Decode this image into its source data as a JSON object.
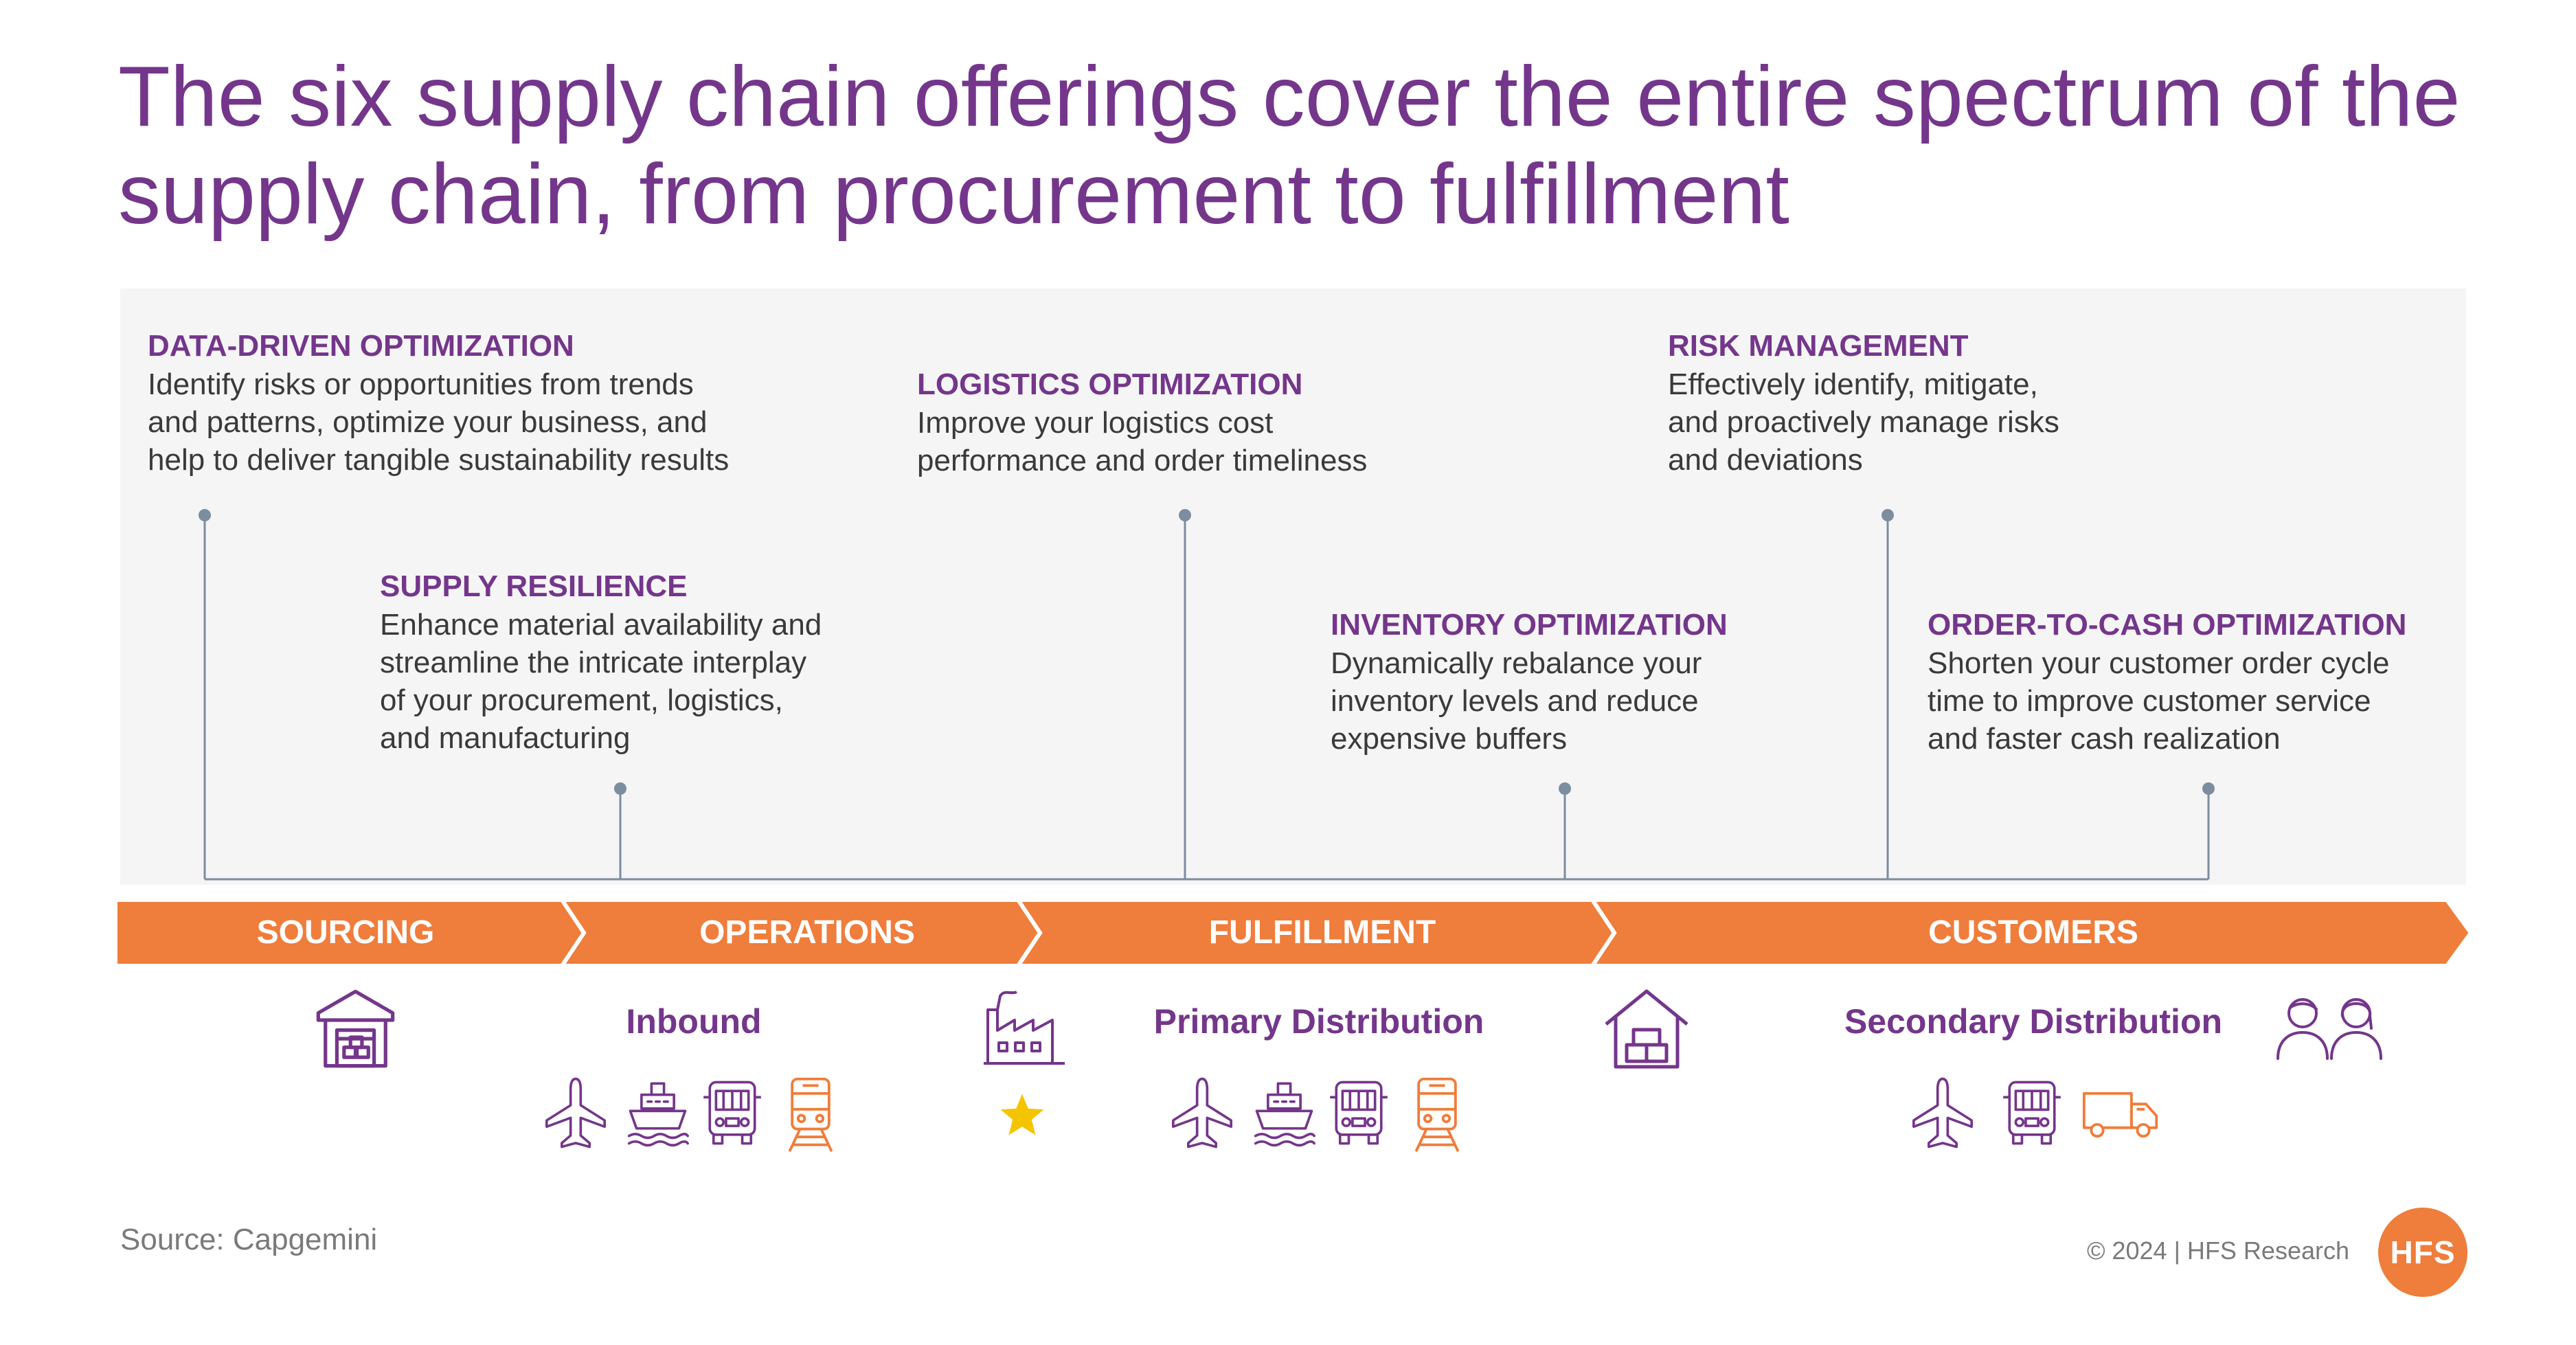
{
  "title": "The six supply chain offerings cover the entire spectrum of the supply chain, from procurement to fulfillment",
  "colors": {
    "purple": "#74368b",
    "orange": "#ef7d3b",
    "connector": "#7b8d9e",
    "panel": "#f5f5f6"
  },
  "offerings": [
    {
      "heading": "DATA-DRIVEN OPTIMIZATION",
      "lines": [
        "Identify risks or opportunities from trends",
        "and patterns, optimize your business, and",
        "help to deliver tangible sustainability results"
      ]
    },
    {
      "heading": "SUPPLY RESILIENCE",
      "lines": [
        "Enhance material availability and",
        "streamline the intricate interplay",
        "of your procurement, logistics,",
        "and manufacturing"
      ]
    },
    {
      "heading": "LOGISTICS OPTIMIZATION",
      "lines": [
        "Improve your logistics cost",
        "performance and order timeliness"
      ]
    },
    {
      "heading": "INVENTORY OPTIMIZATION",
      "lines": [
        "Dynamically rebalance your",
        "inventory levels and reduce",
        "expensive buffers"
      ]
    },
    {
      "heading": "RISK MANAGEMENT",
      "lines": [
        "Effectively identify, mitigate,",
        "and proactively manage risks",
        "and deviations"
      ]
    },
    {
      "heading": "ORDER-TO-CASH OPTIMIZATION",
      "lines": [
        "Shorten your customer order cycle",
        "time to improve customer service",
        "and faster cash realization"
      ]
    }
  ],
  "stages": [
    "SOURCING",
    "OPERATIONS",
    "FULFILLMENT",
    "CUSTOMERS"
  ],
  "distribution": {
    "inbound": "Inbound",
    "primary": "Primary Distribution",
    "secondary": "Secondary Distribution"
  },
  "icons": {
    "sourcing": "warehouse-icon",
    "factory": "factory-icon",
    "star": "star-icon",
    "house": "house-box-icon",
    "people": "people-icon",
    "transport": [
      "airplane-icon",
      "ship-icon",
      "bus-icon",
      "train-icon",
      "truck-icon"
    ]
  },
  "source": "Source: Capgemini",
  "copyright": "© 2024 | HFS Research",
  "logo": "HFS"
}
